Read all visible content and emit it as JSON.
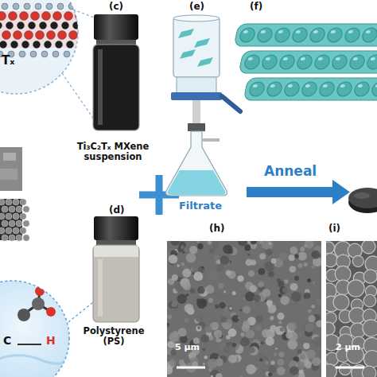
{
  "diagram": {
    "nodes": [
      {
        "text": [
          "(c)",
          "Ti₃C₂Tₓ MXene suspension"
        ]
      },
      {
        "text": [
          "(d)",
          "Polystyrene (PS)"
        ]
      },
      {
        "text": [
          "(e)",
          "Filtrate"
        ]
      },
      {
        "text": [
          "(f)"
        ]
      },
      {
        "text": [
          "(h)",
          "5 μm"
        ]
      },
      {
        "text": [
          "(i)",
          "2 μm"
        ]
      }
    ],
    "labels": [
      "Tₓ",
      "C",
      "H",
      "Anneal"
    ]
  }
}
